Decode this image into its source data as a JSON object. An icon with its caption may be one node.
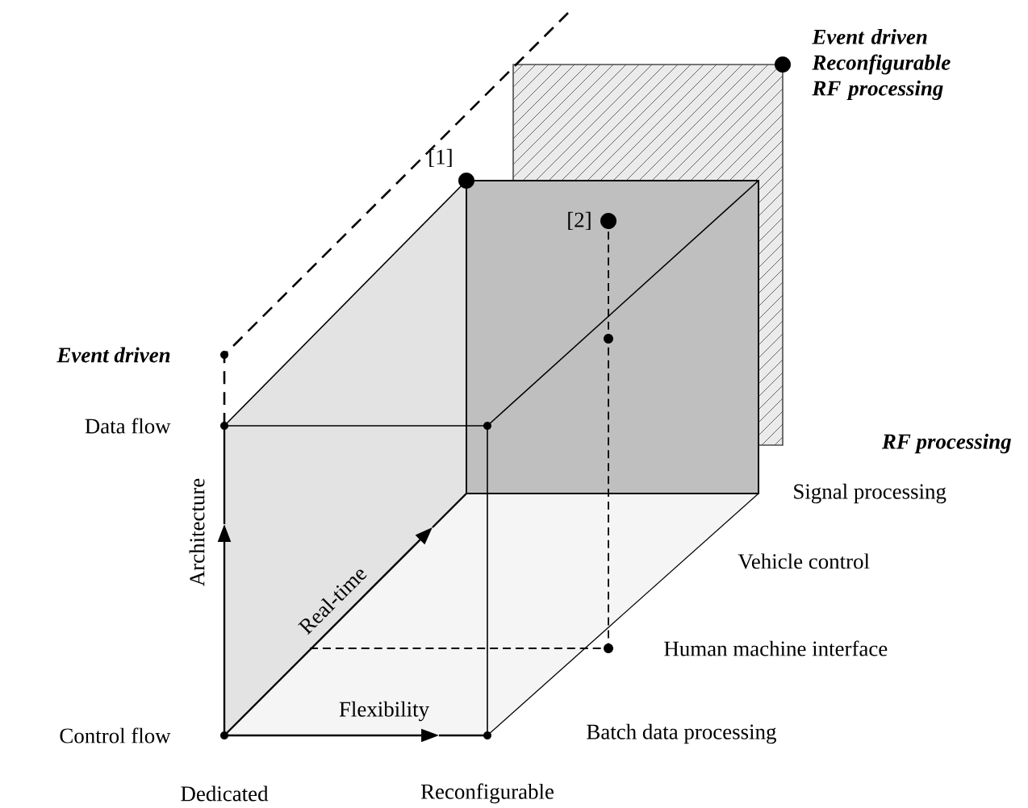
{
  "diagram": {
    "labels": [
      "Event driven Reconfigurable RF processing",
      "[1]",
      "[2]",
      "Event driven",
      "Data flow",
      "RF processing",
      "Signal processing",
      "Vehicle control",
      "Architecture",
      "Real-time",
      "Human machine interface",
      "Flexibility",
      "Control flow",
      "Batch data processing",
      "Dedicated",
      "Reconfigurable"
    ]
  }
}
